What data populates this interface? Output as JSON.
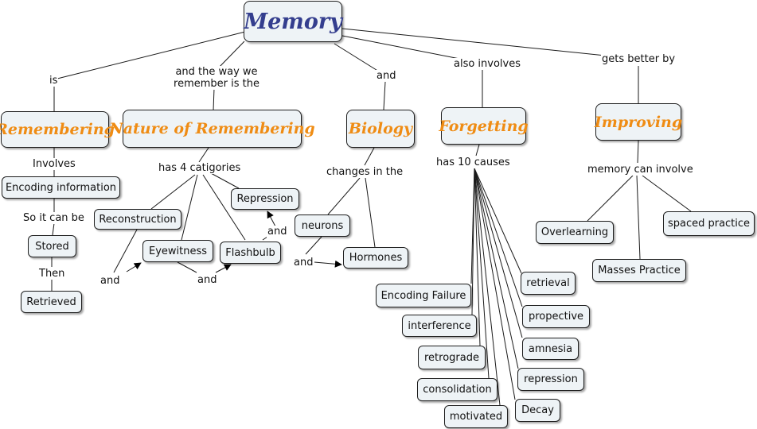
{
  "diagram": {
    "root": "Memory",
    "categories": {
      "remembering": "Remembering",
      "nature": "Nature of Remembering",
      "biology": "Biology",
      "forgetting": "Forgetting",
      "improving": "Improving"
    },
    "concepts": {
      "encoding_information": "Encoding information",
      "stored": "Stored",
      "retrieved": "Retrieved",
      "reconstruction": "Reconstruction",
      "eyewitness": "Eyewitness",
      "flashbulb": "Flashbulb",
      "repression": "Repression",
      "neurons": "neurons",
      "hormones": "Hormones",
      "encoding_failure": "Encoding Failure",
      "interference": "interference",
      "retrograde": "retrograde",
      "consolidation": "consolidation",
      "motivated": "motivated",
      "retrieval": "retrieval",
      "propective": "propective",
      "amnesia": "amnesia",
      "repression_cause": "repression",
      "decay": "Decay",
      "overlearning": "Overlearning",
      "masses_practice": "Masses Practice",
      "spaced_practice": "spaced practice"
    },
    "links": {
      "is": "is",
      "way_remember": "and the way we remember is the",
      "and_biology": "and",
      "also_involves": "also involves",
      "gets_better_by": "gets better by",
      "involves": "Involves",
      "so_it_can_be": "So it can be",
      "then": "Then",
      "has_4_catigories": "has 4 catigories",
      "and_recon_eye": "and",
      "and_eye_flash": "and",
      "and_flash_repr": "and",
      "changes_in_the": "changes in the",
      "and_neur_horm": "and",
      "has_10_causes": "has 10 causes",
      "memory_can_involve": "memory can involve"
    }
  }
}
